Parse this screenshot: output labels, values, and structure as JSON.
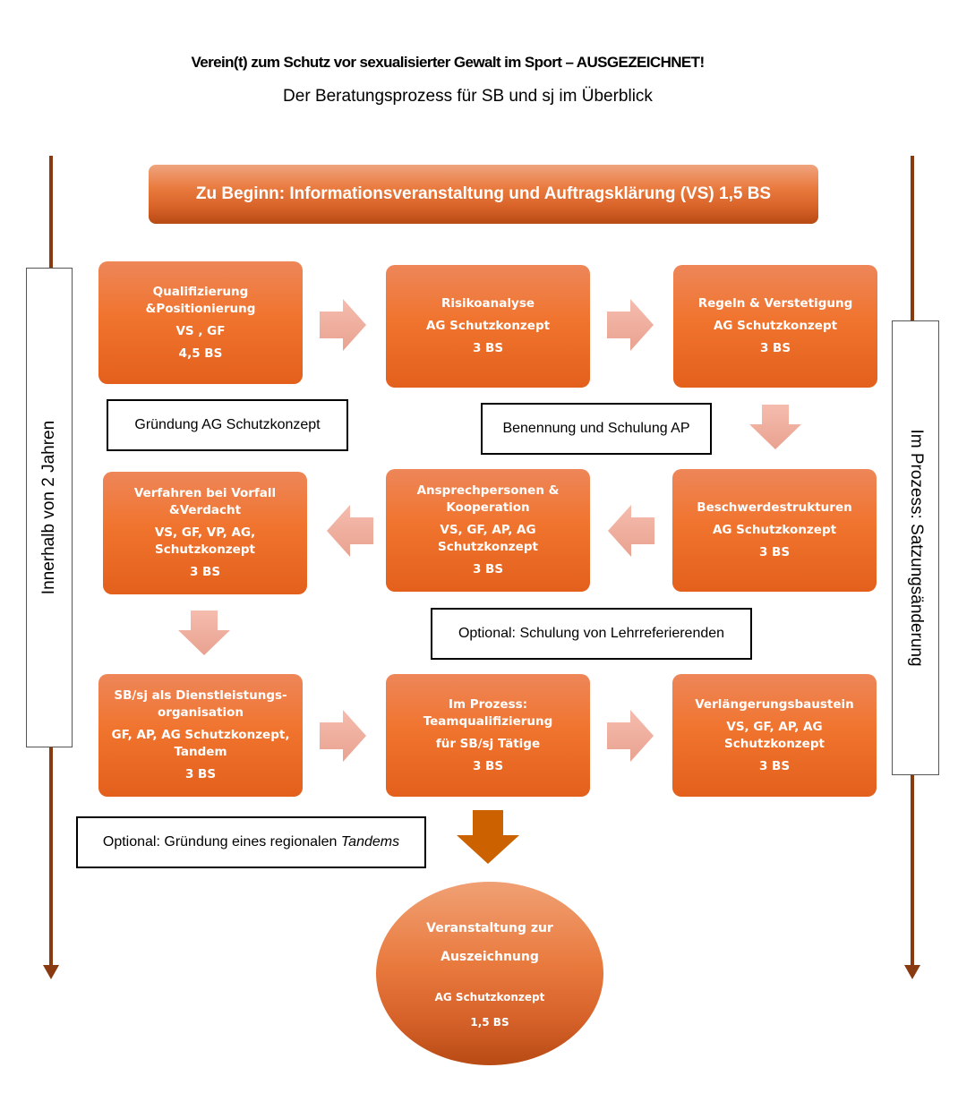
{
  "header": {
    "title": "Verein(t) zum Schutz vor sexualisierter Gewalt im Sport – AUSGEZEICHNET!",
    "subtitle": "Der Beratungsprozess für SB und sj im Überblick"
  },
  "banner": {
    "label": "Zu Beginn: Informationsveranstaltung und Auftragsklärung (VS) 1,5 BS"
  },
  "side_labels": {
    "left": "Innerhalb von 2 Jahren",
    "right": "Im Prozess: Satzungsänderung"
  },
  "steps": [
    {
      "title": [
        "Qualifizierung",
        "&Positionierung"
      ],
      "roles": [
        "VS , GF"
      ],
      "units": "4,5 BS"
    },
    {
      "title": [
        "Risikoanalyse"
      ],
      "roles": [
        "AG Schutzkonzept"
      ],
      "units": "3 BS"
    },
    {
      "title": [
        "Regeln & Verstetigung"
      ],
      "roles": [
        "AG Schutzkonzept"
      ],
      "units": "3 BS"
    },
    {
      "title": [
        "Beschwerdestrukturen"
      ],
      "roles": [
        "AG Schutzkonzept"
      ],
      "units": "3 BS"
    },
    {
      "title": [
        "Ansprechpersonen &",
        "Kooperation"
      ],
      "roles": [
        "VS, GF, AP, AG",
        "Schutzkonzept"
      ],
      "units": "3 BS"
    },
    {
      "title": [
        "Verfahren bei Vorfall",
        "&Verdacht"
      ],
      "roles": [
        "VS, GF, VP, AG,",
        "Schutzkonzept"
      ],
      "units": "3 BS"
    },
    {
      "title": [
        "SB/sj als Dienstleistungs-",
        "organisation"
      ],
      "roles": [
        "GF, AP, AG Schutzkonzept,",
        "Tandem"
      ],
      "units": "3 BS"
    },
    {
      "title": [
        "Im Prozess:",
        "Teamqualifizierung"
      ],
      "roles": [
        "für SB/sj Tätige"
      ],
      "units": "3 BS"
    },
    {
      "title": [
        "Verlängerungsbaustein"
      ],
      "roles": [
        "VS, GF, AP, AG",
        "Schutzkonzept"
      ],
      "units": "3 BS"
    }
  ],
  "notes": {
    "gruendung": "Gründung AG Schutzkonzept",
    "benennung": "Benennung und Schulung AP",
    "optional_schulung": "Optional: Schulung von Lehrreferierenden",
    "optional_tandem_prefix": "Optional: Gründung eines regionalen ",
    "optional_tandem_italic": "Tandems"
  },
  "final": {
    "title_line1": "Veranstaltung zur",
    "title_line2": "Auszeichnung",
    "roles": "AG Schutzkonzept",
    "units": "1,5 BS"
  },
  "colors": {
    "box_orange": "#f0742e",
    "arrow_light": "#f2b1a0",
    "arrow_dark": "#cc6100",
    "timeline": "#8a3a10"
  }
}
